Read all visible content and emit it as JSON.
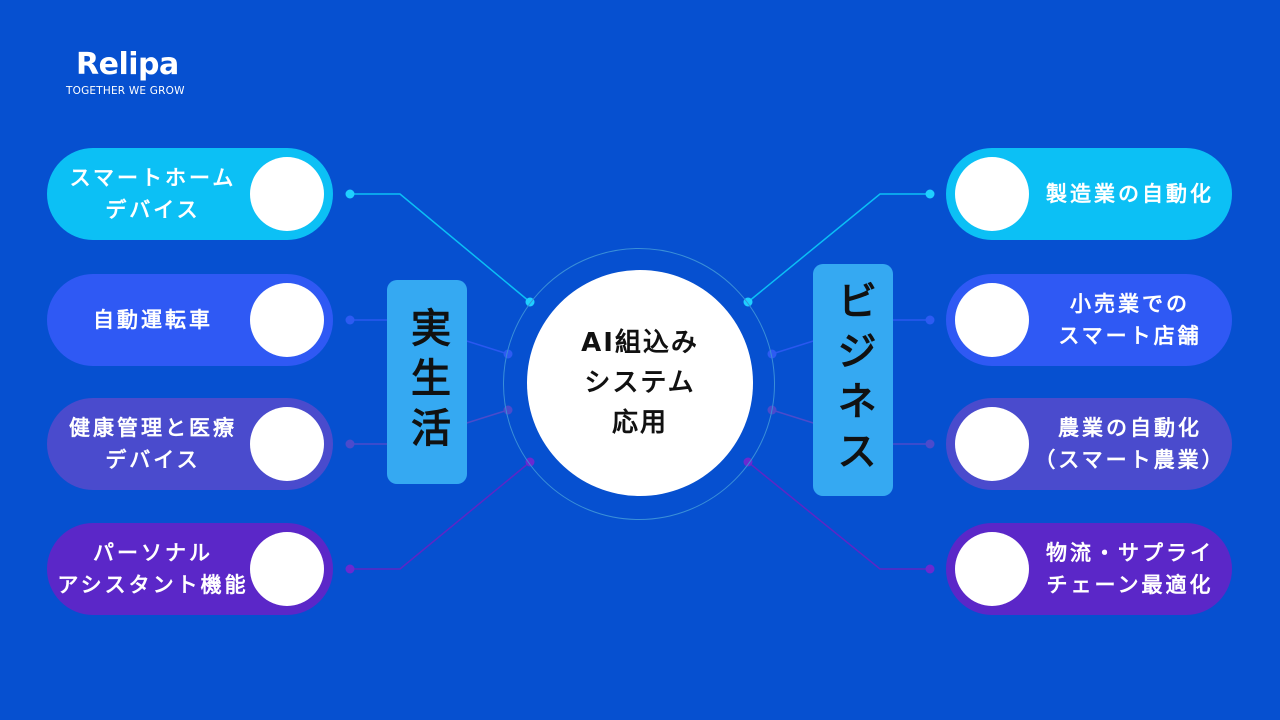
{
  "logo": {
    "name": "Relipa",
    "tagline": "TOGETHER WE GROW"
  },
  "center": {
    "title": "AI組込み\nシステム\n応用"
  },
  "groups": {
    "left": {
      "title": "実生活"
    },
    "right": {
      "title": "ビジネス"
    }
  },
  "left_items": [
    {
      "label": "スマートホーム\nデバイス"
    },
    {
      "label": "自動運転車"
    },
    {
      "label": "健康管理と医療\nデバイス"
    },
    {
      "label": "パーソナル\nアシスタント機能"
    }
  ],
  "right_items": [
    {
      "label": "製造業の自動化"
    },
    {
      "label": "小売業での\nスマート店舗"
    },
    {
      "label": "農業の自動化\n（スマート農業）"
    },
    {
      "label": "物流・サプライ\nチェーン最適化"
    }
  ],
  "colors": {
    "background": "#0650d0",
    "row1": "#0cc0f5",
    "row2": "#2f59f4",
    "row3": "#4a4bcd",
    "row4": "#5b27c8",
    "group_label": "#35a9f2"
  }
}
